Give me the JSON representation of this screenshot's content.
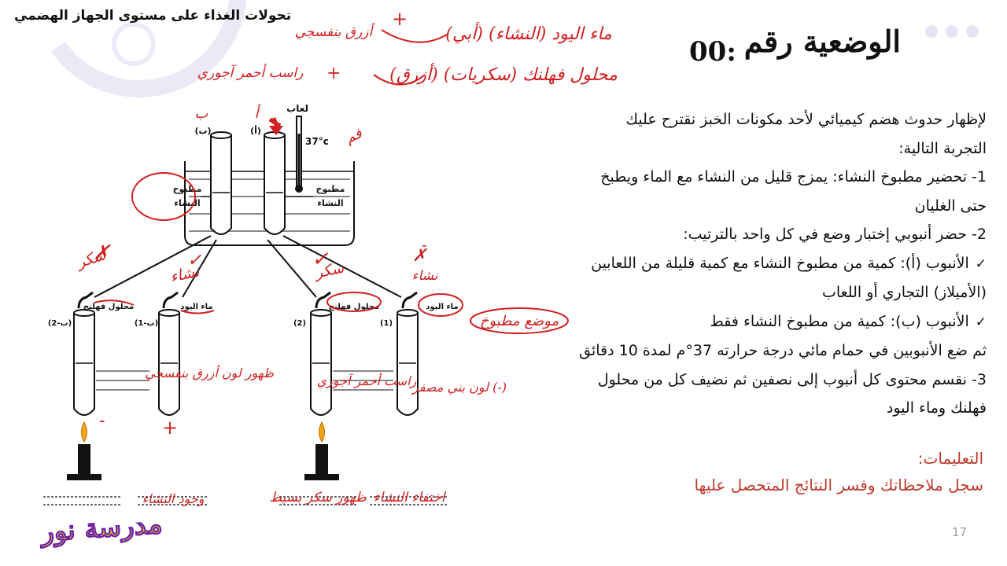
{
  "header": {
    "title": "تحولات الغذاء على مستوى الجهاز الهضمي"
  },
  "situation": {
    "title": "الوضعية رقم",
    "number": "00:"
  },
  "body": {
    "lines": [
      "لإظهار حدوث هضم كيميائي لأحد مكونات الخبز نقترح عليك",
      "التجربة التالية:",
      "1- تحضير مطبوخ النشاء: يمزج قليل من النشاء مع الماء ويطبخ",
      "حتى الغليان",
      "2- حضر أنبوبي إختبار وضع في كل واحد بالترتيب:"
    ],
    "check_mark": "✓",
    "tube_a": "الأنبوب (أ): كمية من مطبوخ النشاء مع كمية قليلة من اللعابين",
    "tube_a_cont": "(الأميلاز) التجاري أو اللعاب",
    "tube_b": "الأنبوب (ب): كمية من مطبوخ النشاء فقط",
    "line_bath": "ثم ضع الأنبوبين في حمام مائي درجة حرارته 37°م لمدة 10 دقائق",
    "line_3": "3- نقسم محتوى كل أنبوب إلى نصفين ثم نضيف  كل من محلول",
    "line_3_cont": "فهلنك وماء اليود"
  },
  "instructions": {
    "heading": "التعليمات:",
    "text": "سجل ملاحظاتك وفسر النتائج المتحصل عليها"
  },
  "page_number": "17",
  "brand": "مدرسة نور",
  "diagram": {
    "saliva_label": "لعاب",
    "temperature": "37°c",
    "beaker_left_label_1": "مطبوخ",
    "beaker_left_label_2": "النشاء",
    "beaker_right_label_1": "مطبوخ",
    "beaker_right_label_2": "النشاء",
    "tube_b_mark": "(ب)",
    "tube_a_mark": "(أ)",
    "reagent_fehling": "محلول فهلنج",
    "reagent_iodine": "ماء اليود",
    "tube_b2": "(ب-2)",
    "tube_b1": "(ب-1)",
    "tube_a2": "(2)",
    "tube_a1": "(1)"
  },
  "handwritten": {
    "iodine_note": "ماء اليود (النشاء) (أبي)",
    "blue_violet": "أزرق بنفسجي",
    "plus_marker": "+",
    "fehling_note": "محلول فهلنك (سكريات) (أزرق)",
    "red_precipitate": "راسب أحمر آجوري",
    "plus_marker_2": "+",
    "tube_b_letter": "ب",
    "tube_a_letter": "أ",
    "mouth": "فم",
    "sugar_x": "سكر",
    "starch_check": "نشاء",
    "sugar_check": "سكر",
    "starch_x": "نشاء",
    "cross_mark": "✗",
    "tick_mark": "✓",
    "dash_mark": "-",
    "digestion_place": "موضع مطبوخ",
    "appear_blue": "ظهور لون أزرق بنفسجي",
    "red_ppt_tube": "راسب أحمر آجوري",
    "pale_color": "لون بني مصفر (-)",
    "starch_present": "وجود النشاء",
    "simple_sugar": "ظهور سكر بسيط",
    "starch_gone": "اختفاء النشاء",
    "minus_marker": "-",
    "plus_marker_3": "+"
  },
  "colors": {
    "ink_red": "#d21f1f",
    "instruction_red": "#c0392b",
    "brand_yellow": "#f4d21f",
    "brand_purple": "#6a1fa8",
    "text": "#111111"
  }
}
